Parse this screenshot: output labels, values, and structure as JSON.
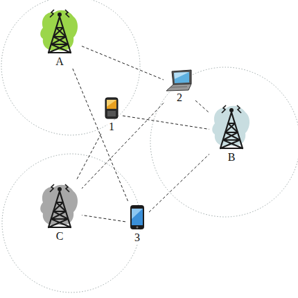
{
  "diagram": {
    "nodes": [
      {
        "text": [
          "A"
        ]
      },
      {
        "text": [
          "1"
        ]
      },
      {
        "text": [
          "2"
        ]
      },
      {
        "text": [
          "B"
        ]
      },
      {
        "text": [
          "C"
        ]
      },
      {
        "text": [
          "3"
        ]
      }
    ],
    "edges": [
      {
        "from": 0,
        "to": 2,
        "arrow": "none"
      },
      {
        "from": 0,
        "to": 5,
        "arrow": "none"
      },
      {
        "from": 1,
        "to": 3,
        "arrow": "none"
      },
      {
        "from": 1,
        "to": 4,
        "arrow": "none"
      },
      {
        "from": 2,
        "to": 3,
        "arrow": "none"
      },
      {
        "from": 2,
        "to": 4,
        "arrow": "none"
      },
      {
        "from": 5,
        "to": 4,
        "arrow": "none"
      },
      {
        "from": 5,
        "to": 3,
        "arrow": "none"
      }
    ]
  }
}
